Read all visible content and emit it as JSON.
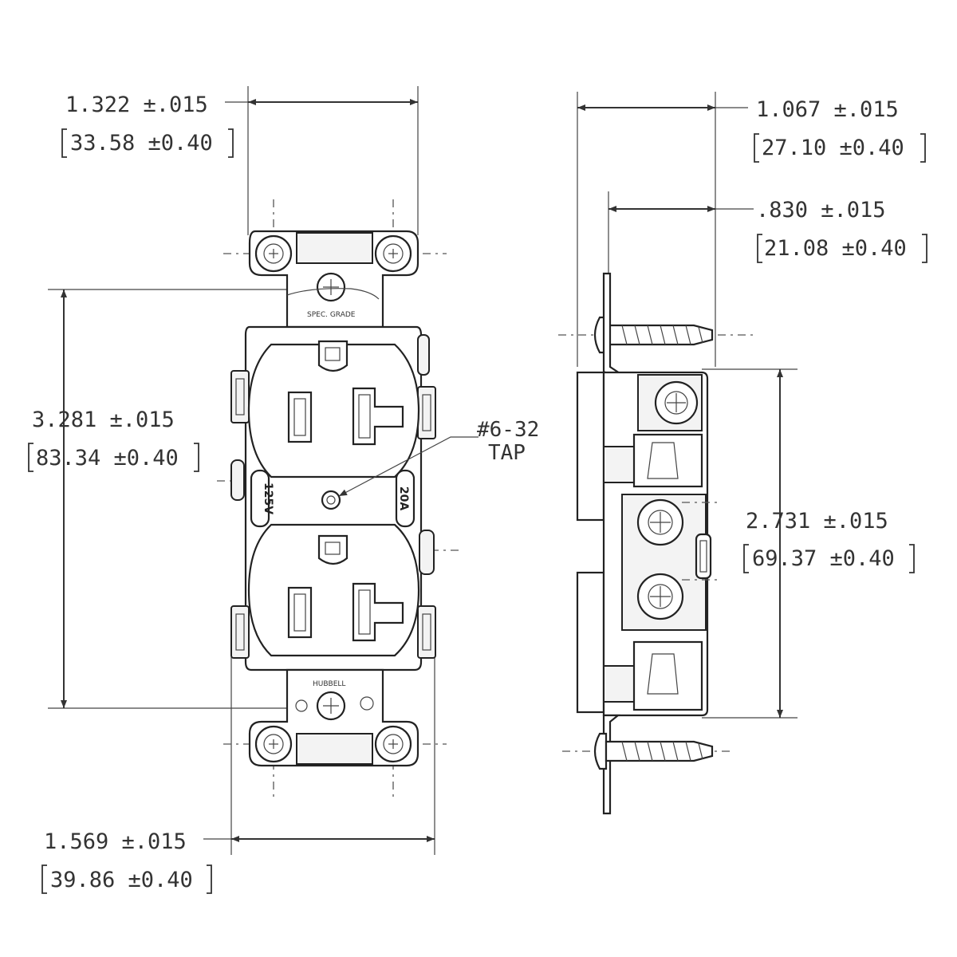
{
  "front_view": {
    "width_top": {
      "inch": "1.322 ±.015",
      "mm": "33.58 ±0.40"
    },
    "height": {
      "inch": "3.281 ±.015",
      "mm": "83.34 ±0.40"
    },
    "width_bottom": {
      "inch": "1.569 ±.015",
      "mm": "39.86 ±0.40"
    },
    "tap_label_line1": "#6-32",
    "tap_label_line2": "TAP",
    "voltage_label": "125V",
    "current_label": "20A",
    "top_strap_text": "SPEC. GRADE",
    "bottom_strap_text": "HUBBELL"
  },
  "side_view": {
    "overall_depth": {
      "inch": "1.067 ±.015",
      "mm": "27.10 ±0.40"
    },
    "body_depth": {
      "inch": ".830 ±.015",
      "mm": "21.08 ±0.40"
    },
    "height": {
      "inch": "2.731 ±.015",
      "mm": "69.37 ±0.40"
    }
  }
}
